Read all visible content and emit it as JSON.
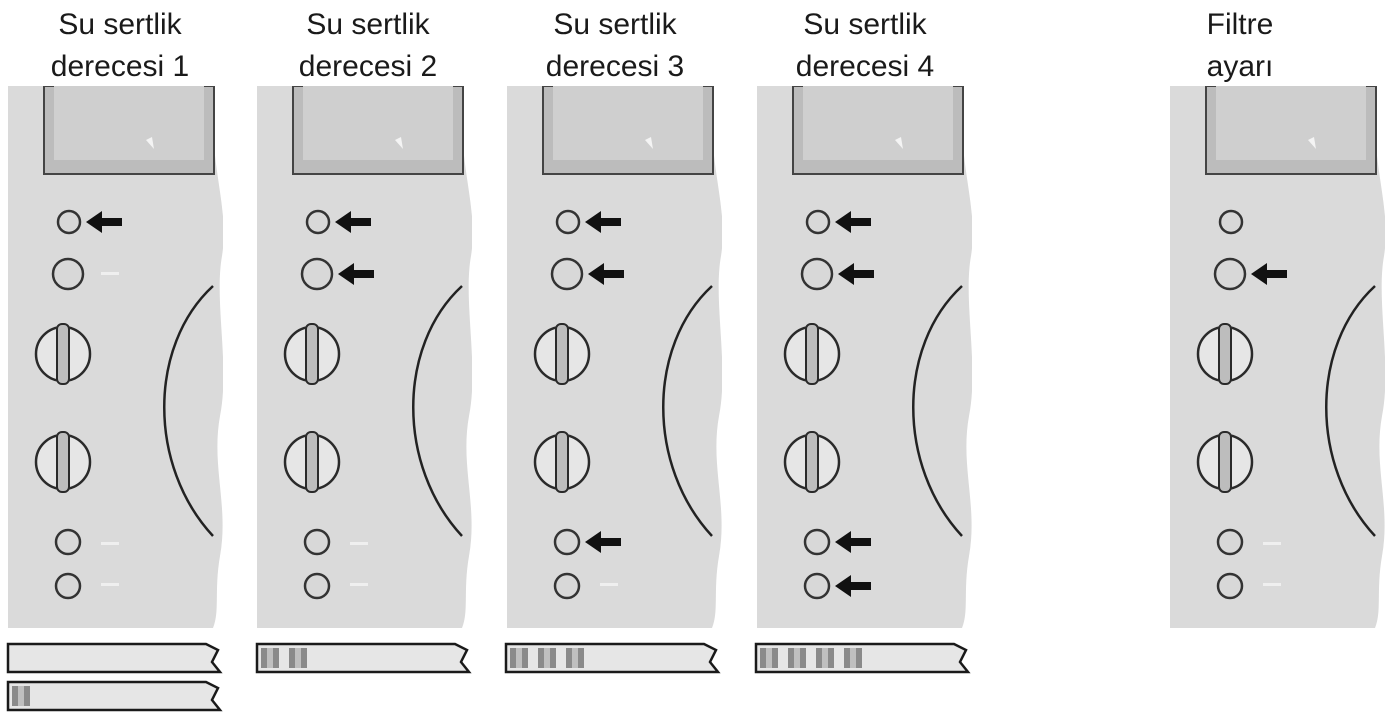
{
  "columns": [
    {
      "title_line1": "Su sertlik",
      "title_line2": "derecesi 1",
      "strip_segments": 0,
      "extra_strip_segments": 1,
      "leds": [
        1,
        0,
        0,
        0
      ]
    },
    {
      "title_line1": "Su sertlik",
      "title_line2": "derecesi 2",
      "strip_segments": 2,
      "leds": [
        1,
        1,
        0,
        0
      ]
    },
    {
      "title_line1": "Su sertlik",
      "title_line2": "derecesi 3",
      "strip_segments": 3,
      "leds": [
        1,
        1,
        1,
        0
      ]
    },
    {
      "title_line1": "Su sertlik",
      "title_line2": "derecesi 4",
      "strip_segments": 4,
      "leds": [
        1,
        1,
        1,
        1
      ]
    },
    {
      "title_line1": "Filtre",
      "title_line2": "ayarı",
      "leds": [
        0,
        1,
        0,
        0
      ]
    }
  ]
}
